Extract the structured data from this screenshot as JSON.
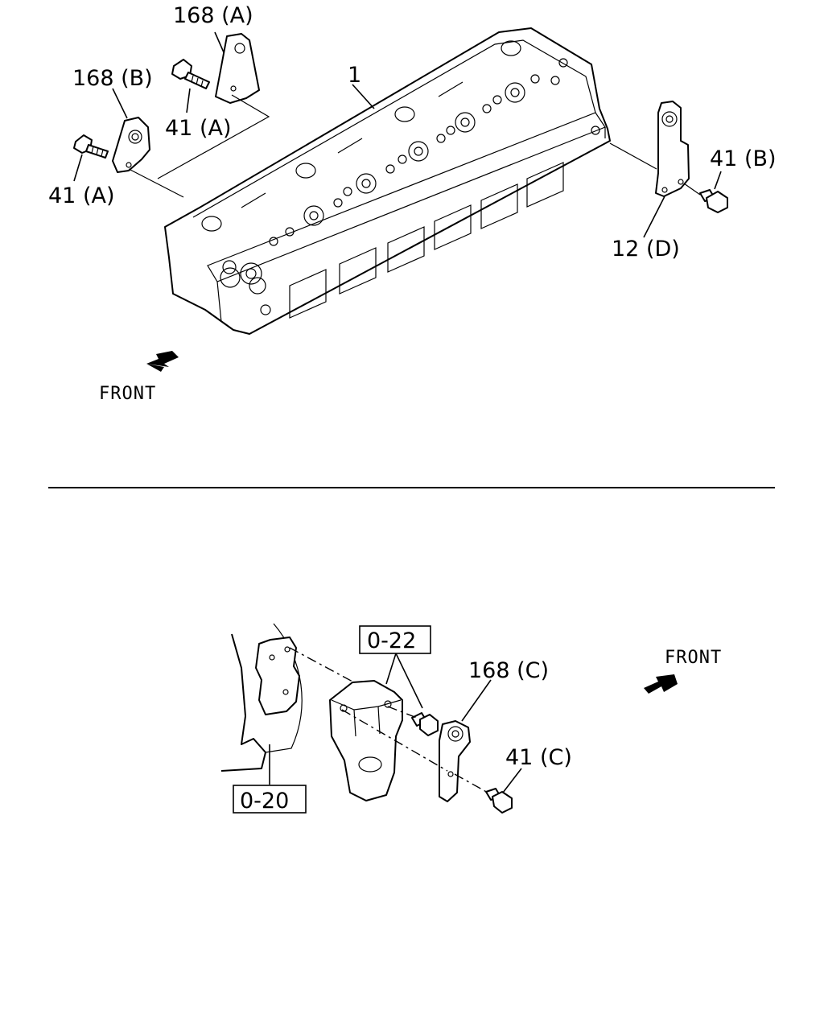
{
  "callouts": {
    "p168a": "168 (A)",
    "p168b": "168 (B)",
    "p41a_top": "41 (A)",
    "p41a_left": "41 (A)",
    "p1": "1",
    "p41b": "41 (B)",
    "p12d": "12 (D)",
    "p168c": "168 (C)",
    "p41c": "41 (C)"
  },
  "refs": {
    "r022": "0-22",
    "r020": "0-20"
  },
  "direction": {
    "front_top": "FRONT",
    "front_bottom": "FRONT"
  }
}
